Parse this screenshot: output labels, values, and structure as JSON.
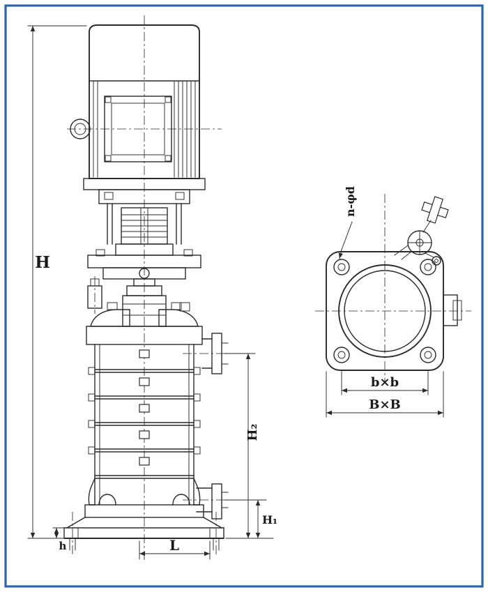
{
  "colors": {
    "frame": "#2e63ae",
    "ink": "#2a2a2a",
    "paper": "#ffffff"
  },
  "labels": {
    "overall_height": "H",
    "discharge_height": "H₂",
    "suction_height": "H₁",
    "base_length": "L",
    "base_plate_height": "h",
    "bolt_square": "b×b",
    "base_square": "B×B",
    "bolt_holes_note": "n-φd"
  }
}
